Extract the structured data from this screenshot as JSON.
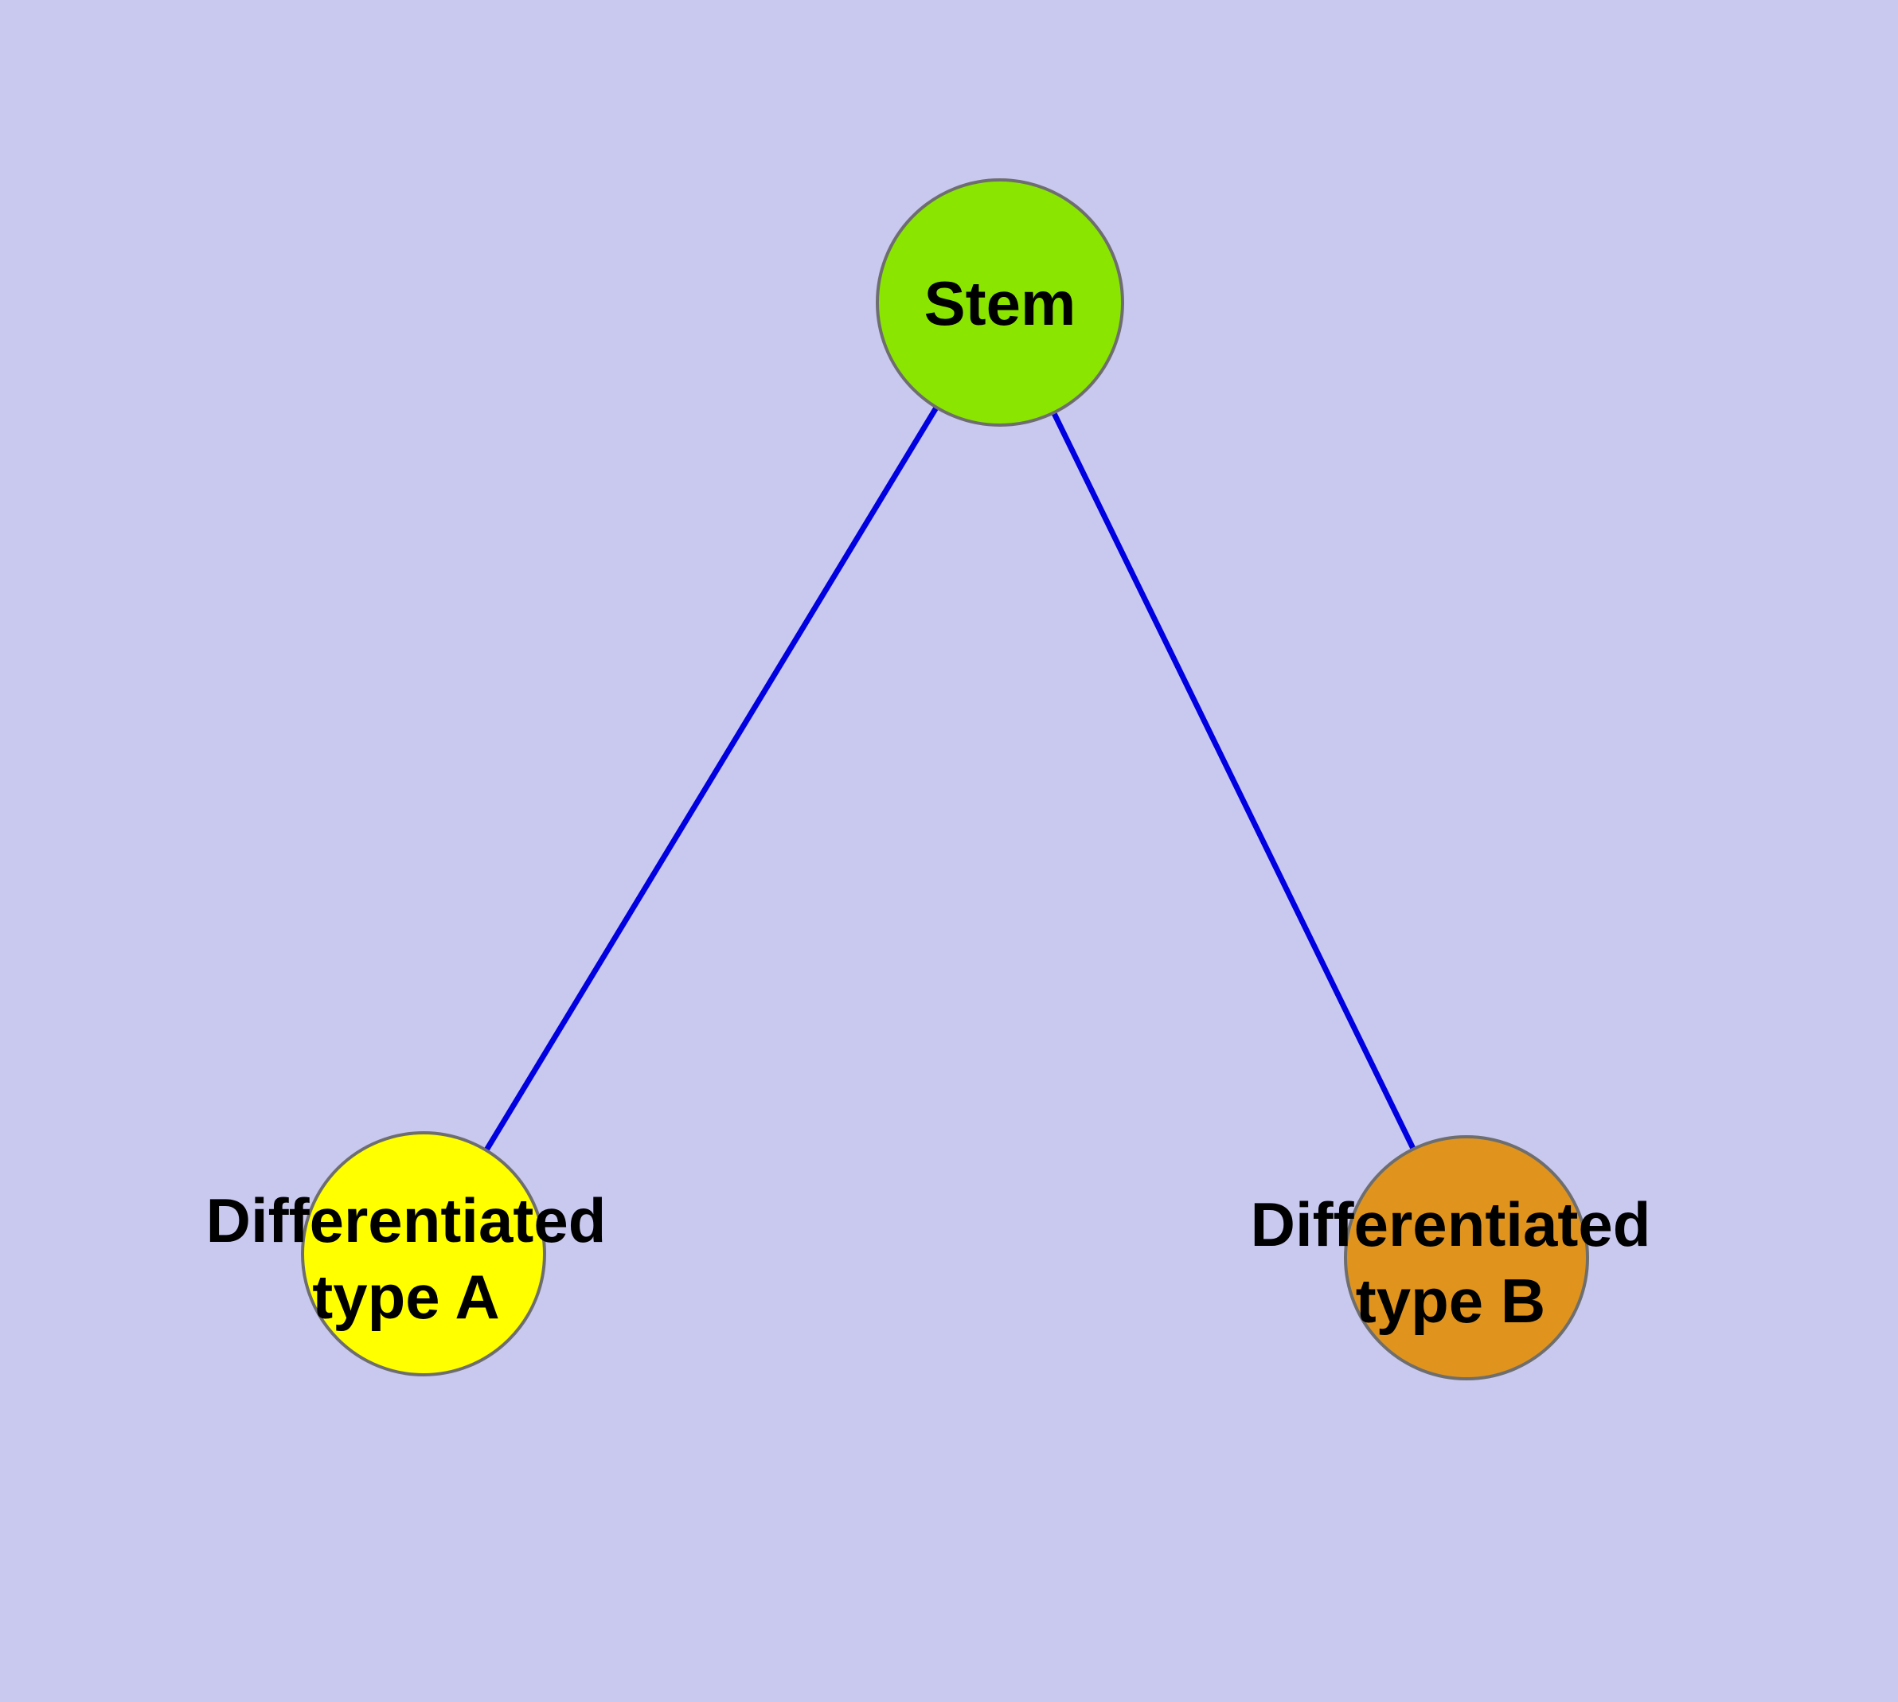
{
  "diagram": {
    "background_color": "#c9c9f0",
    "edge_color": "#0000e0",
    "node_border_color": "#6e6e6e",
    "nodes": {
      "stem": {
        "label": "Stem",
        "color": "#8ae600"
      },
      "type_a": {
        "label_line1": "Differentiated",
        "label_line2": "type A",
        "color": "#ffff00"
      },
      "type_b": {
        "label_line1": "Differentiated",
        "label_line2": "type B",
        "color": "#e0941e"
      }
    },
    "edges": [
      {
        "from": "Stem",
        "to": "Differentiated type A"
      },
      {
        "from": "Stem",
        "to": "Differentiated type B"
      }
    ]
  }
}
